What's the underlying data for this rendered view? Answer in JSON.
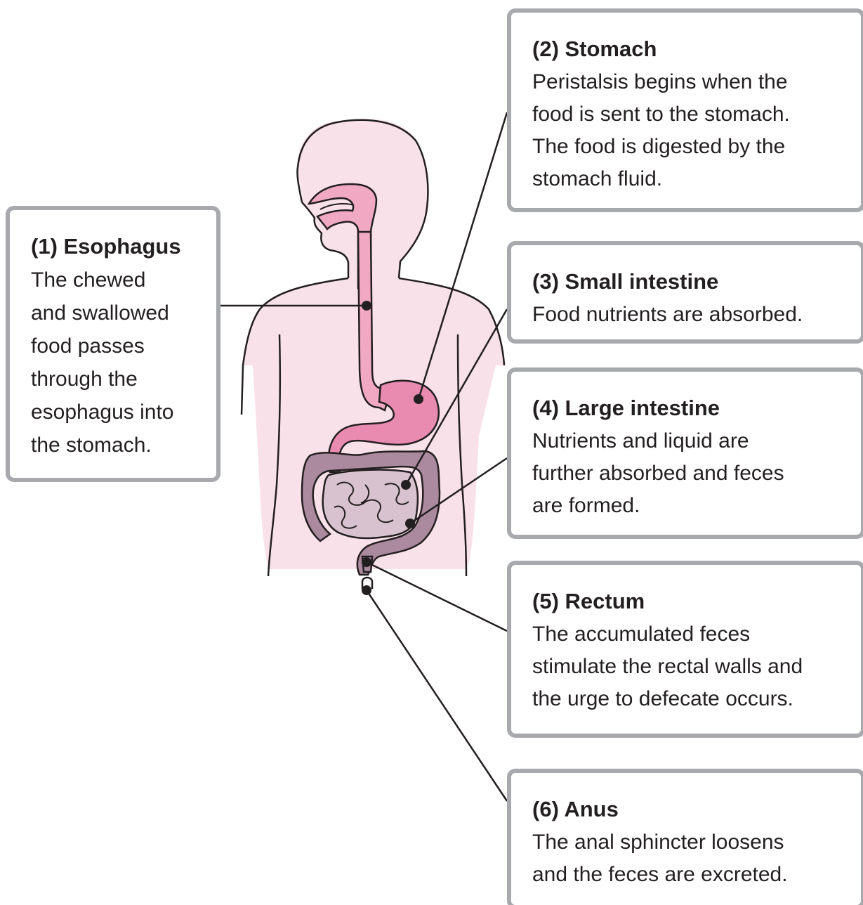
{
  "colors": {
    "body_fill": "#f9e1ea",
    "digestive_pink": "#f1a9c3",
    "digestive_pink_dark": "#e98bb0",
    "large_intestine": "#ab8a9e",
    "small_intestine": "#d9c2cf",
    "outline": "#231f20",
    "box_border": "#a7a9ac"
  },
  "callouts": [
    {
      "id": "esophagus",
      "title": "(1) Esophagus",
      "text": "The chewed\nand swallowed\nfood passes\nthrough the\nesophagus into\nthe stomach."
    },
    {
      "id": "stomach",
      "title": "(2) Stomach",
      "text": "Peristalsis begins when the\nfood is sent to the stomach.\nThe food is digested by the\nstomach fluid."
    },
    {
      "id": "small_intestine",
      "title": "(3) Small intestine",
      "text": "Food nutrients are absorbed."
    },
    {
      "id": "large_intestine",
      "title": "(4) Large intestine",
      "text": "Nutrients and liquid are\nfurther absorbed and feces\nare formed."
    },
    {
      "id": "rectum",
      "title": "(5) Rectum",
      "text": "The accumulated feces\nstimulate the rectal walls and\nthe urge to defecate occurs."
    },
    {
      "id": "anus",
      "title": "(6) Anus",
      "text": "The anal sphincter loosens\nand the feces are excreted."
    }
  ]
}
